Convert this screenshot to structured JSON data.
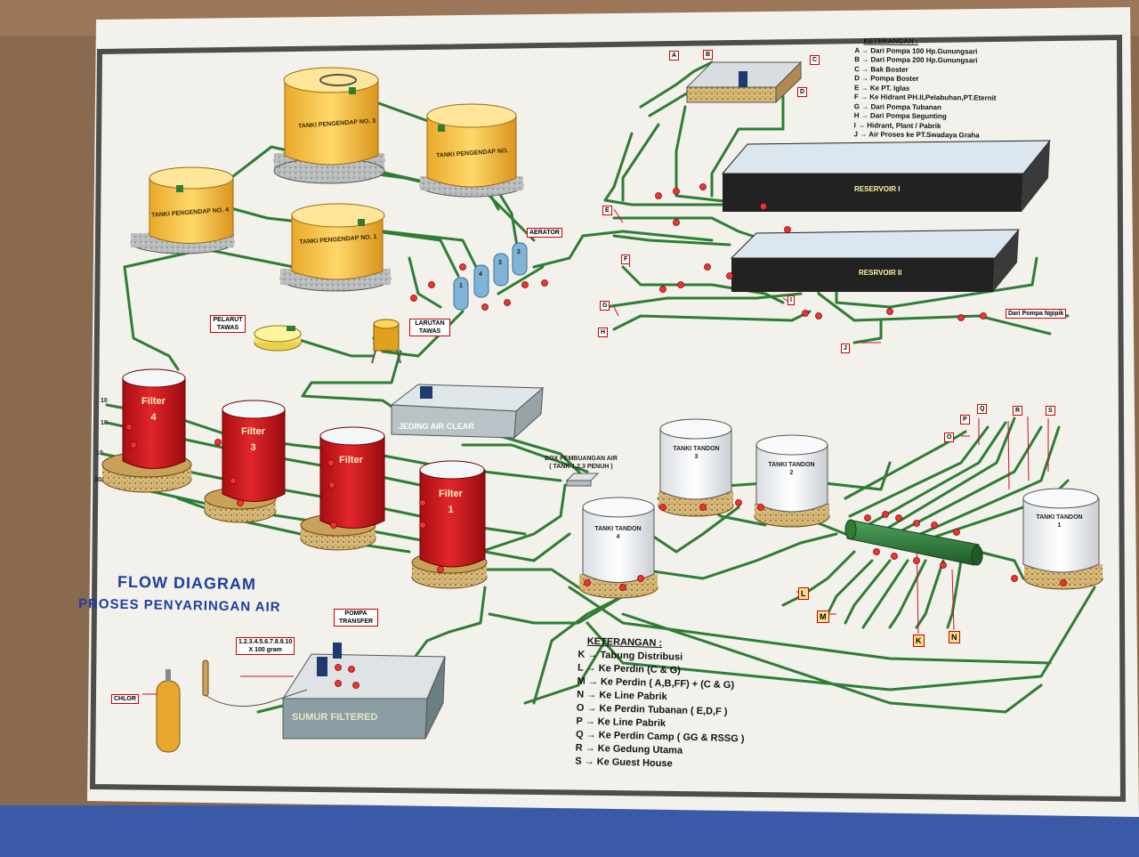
{
  "title": {
    "line1": "FLOW DIAGRAM",
    "line2": "PROSES PENYARINGAN AIR"
  },
  "tanks": {
    "t3": "TANKI PENGENDAP NO. 3",
    "t_top": "TANKI PENGENDAP NO.",
    "t4": "TANKI PENGENDAP NO. 4",
    "t1": "TANKI PENGENDAP NO. 1"
  },
  "labels": {
    "aerator": "AERATOR",
    "pelarut": "PELARUT TAWAS",
    "larutan": "LARUTAN TAWAS",
    "jeding": "JEDING AIR",
    "jeding2": "CLEAR",
    "reservoir1": "RESERVOIR I",
    "reservoir2": "RESRVOIR II",
    "box_pembuangan": "BOX PEMBUANGAN AIR",
    "box_pembuangan2": "( TANK 1,2,3 PENUH )",
    "pompa_transfer": "POMPA TRANSFER",
    "sumur": "SUMUR FILTERED",
    "chlor": "CHLOR",
    "dosage1": "1.2.3.4.5.6.7.8.9.10",
    "dosage2": "X 100 gram",
    "dari_pompa": "Dari Pompa Ngipik",
    "v1": "1",
    "v2": "2",
    "v3": "3",
    "v4": "4",
    "side10a": "10",
    "side10b": "10",
    "side10c": "10",
    "side10d": "10"
  },
  "filters": [
    {
      "name": "Filter",
      "num": "4"
    },
    {
      "name": "Filter",
      "num": "3"
    },
    {
      "name": "Filter",
      "num": ""
    },
    {
      "name": "Filter",
      "num": "1"
    }
  ],
  "tandon": [
    {
      "name": "TANKI TANDON",
      "num": "3"
    },
    {
      "name": "TANKI TANDON",
      "num": "2"
    },
    {
      "name": "TANKI TANDON",
      "num": "4"
    },
    {
      "name": "TANKI TANDON",
      "num": "1"
    }
  ],
  "letters": {
    "A": "A",
    "B": "B",
    "C": "C",
    "D": "D",
    "E": "E",
    "F": "F",
    "G": "G",
    "H": "H",
    "I": "I",
    "J": "J",
    "K": "K",
    "L": "L",
    "M": "M",
    "N": "N",
    "O": "O",
    "P": "P",
    "Q": "Q",
    "R": "R",
    "S": "S"
  },
  "legend_top": {
    "header": "KETERANGAN :",
    "items": [
      "A → Dari Pompa 100 Hp.Gunungsari",
      "B → Dari Pompa 200 Hp.Gunungsari",
      "C → Bak Boster",
      "D → Pompa Boster",
      "E → Ke PT. Iglas",
      "F → Ke Hidrant PH.II,Pelabuhan,PT.Eternit",
      "G → Dari Pompa Tubanan",
      "H → Dari Pompa Segunting",
      "I → Hidrant, Plant / Pabrik",
      "J → Air Proses ke PT.Swadaya Graha"
    ]
  },
  "legend_bottom": {
    "header": "KETERANGAN :",
    "items": [
      "K → Tabung Distribusi",
      "L → Ke Perdin (C & G)",
      "M → Ke Perdin ( A,B,FF) + (C & G)",
      "N → Ke Line Pabrik",
      "O → Ke Perdin Tubanan ( E,D,F )",
      "P → Ke Line Pabrik",
      "Q → Ke Perdin Camp ( GG & RSSG )",
      "R → Ke Gedung Utama",
      "S → Ke Guest House"
    ]
  }
}
